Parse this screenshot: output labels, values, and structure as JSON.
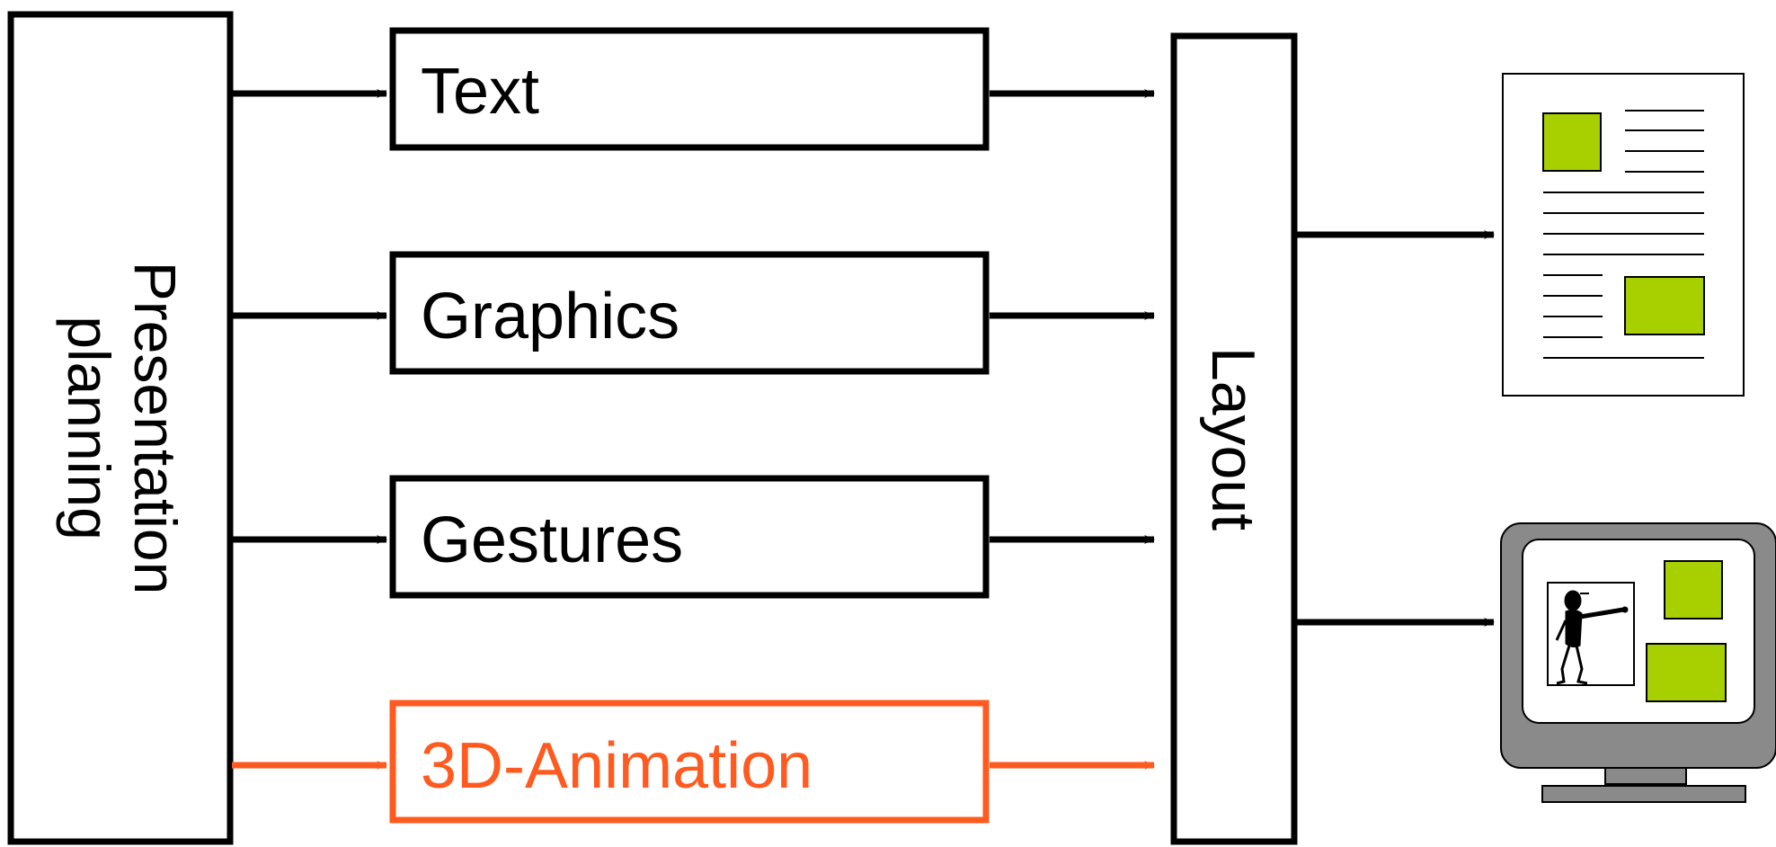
{
  "colors": {
    "primary": "#000000",
    "highlight": "#ff5a1f",
    "green": "#a8d000",
    "monitor_gray": "#8a8a8a",
    "background": "#ffffff"
  },
  "planner": {
    "line1": "Presentation",
    "line2": "planning"
  },
  "layout": {
    "label": "Layout"
  },
  "modules": {
    "text": "Text",
    "graphics": "Graphics",
    "gestures": "Gestures",
    "animation": "3D-Animation"
  },
  "outputs": {
    "document_icon": "printed-document-icon",
    "monitor_icon": "computer-monitor-icon"
  }
}
